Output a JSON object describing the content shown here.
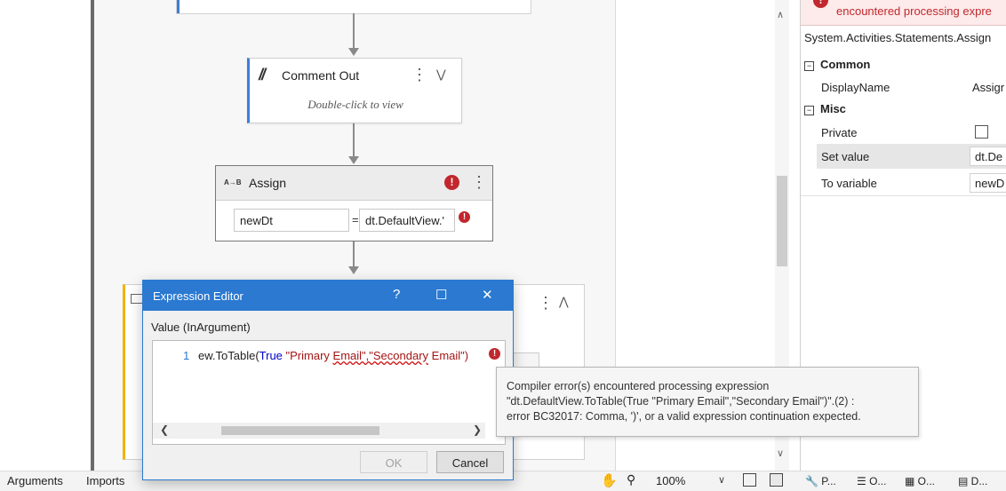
{
  "canvas": {
    "comment_activity": {
      "title": "Comment Out",
      "body": "Double-click to view"
    },
    "assign_activity": {
      "title": "Assign",
      "icon_label": "A→B",
      "to_field": "newDt",
      "equals": "=",
      "value_field": "dt.DefaultView.'"
    }
  },
  "dialog": {
    "title": "Expression Editor",
    "help": "?",
    "maximize": "☐",
    "close": "✕",
    "label": "Value (InArgument)",
    "line_number": "1",
    "code": {
      "prefix": "ew.ToTable(",
      "keyword": "True",
      "arg1": " \"Primary ",
      "arg1_err": "Email\",\"Secondary",
      "arg2": " Email\")"
    },
    "ok_label": "OK",
    "cancel_label": "Cancel"
  },
  "tooltip": {
    "line1": "Compiler error(s) encountered processing expression",
    "line2": "\"dt.DefaultView.ToTable(True \"Primary Email\",\"Secondary Email\")\".(2) :",
    "line3": "error BC32017: Comma, ')', or a valid expression continuation expected."
  },
  "status_bar": {
    "arguments_tab": "Arguments",
    "imports_tab": "Imports",
    "zoom": "100%"
  },
  "properties": {
    "error_banner": "encountered processing expre",
    "type_name": "System.Activities.Statements.Assign",
    "categories": [
      {
        "name": "Common"
      },
      {
        "name": "Misc"
      }
    ],
    "rows": {
      "display_name": {
        "label": "DisplayName",
        "value": "Assigr"
      },
      "private": {
        "label": "Private"
      },
      "set_value": {
        "label": "Set value",
        "value": "dt.De"
      },
      "to_variable": {
        "label": "To variable",
        "value": "newD"
      }
    },
    "footer_tabs": [
      "P...",
      "O...",
      "O...",
      "D..."
    ]
  },
  "colors": {
    "accent_blue": "#2b79d0",
    "error_red": "#c1272d",
    "sequence_yellow": "#f0b400"
  }
}
